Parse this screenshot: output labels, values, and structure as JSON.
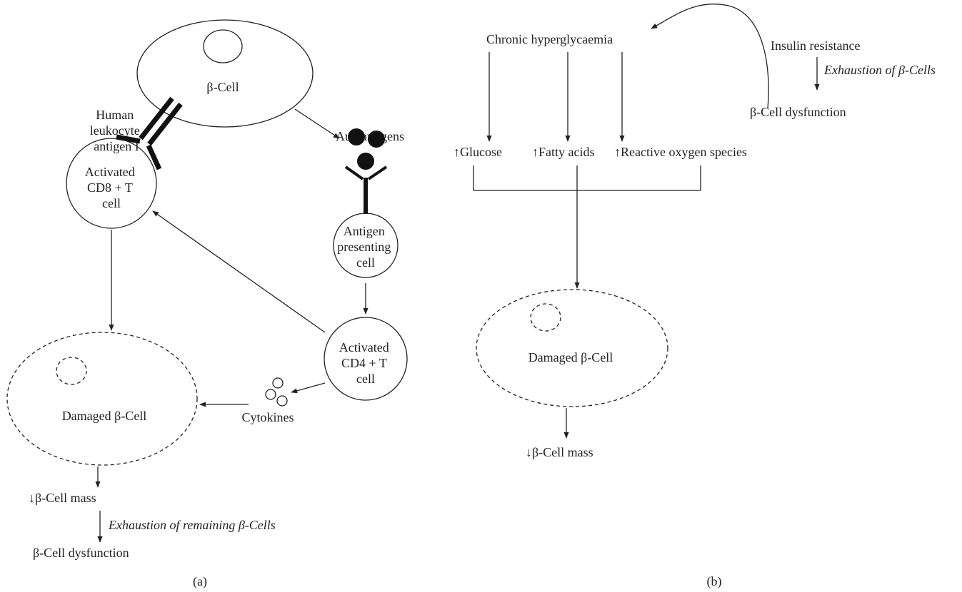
{
  "panel_a": {
    "caption": "(a)",
    "beta_cell": "β-Cell",
    "hla": [
      "Human",
      "leukocyte",
      "antigen I"
    ],
    "autoantigens": "Autoantigens",
    "cd8": [
      "Activated",
      "CD8 + T",
      "cell"
    ],
    "apc": [
      "Antigen",
      "presenting",
      "cell"
    ],
    "cd4": [
      "Activated",
      "CD4 + T",
      "cell"
    ],
    "cytokines": "Cytokines",
    "damaged": "Damaged β-Cell",
    "mass": "↓β-Cell mass",
    "exhaustion": "Exhaustion of remaining β-Cells",
    "dysfunction": "β-Cell dysfunction"
  },
  "panel_b": {
    "caption": "(b)",
    "chronic": "Chronic hyperglycaemia",
    "insulin": "Insulin resistance",
    "exhaustion": "Exhaustion of β-Cells",
    "dysfunction": "β-Cell dysfunction",
    "glucose": "↑Glucose",
    "fatty": "↑Fatty acids",
    "ros": "↑Reactive oxygen species",
    "damaged": "Damaged β-Cell",
    "mass": "↓β-Cell mass"
  }
}
